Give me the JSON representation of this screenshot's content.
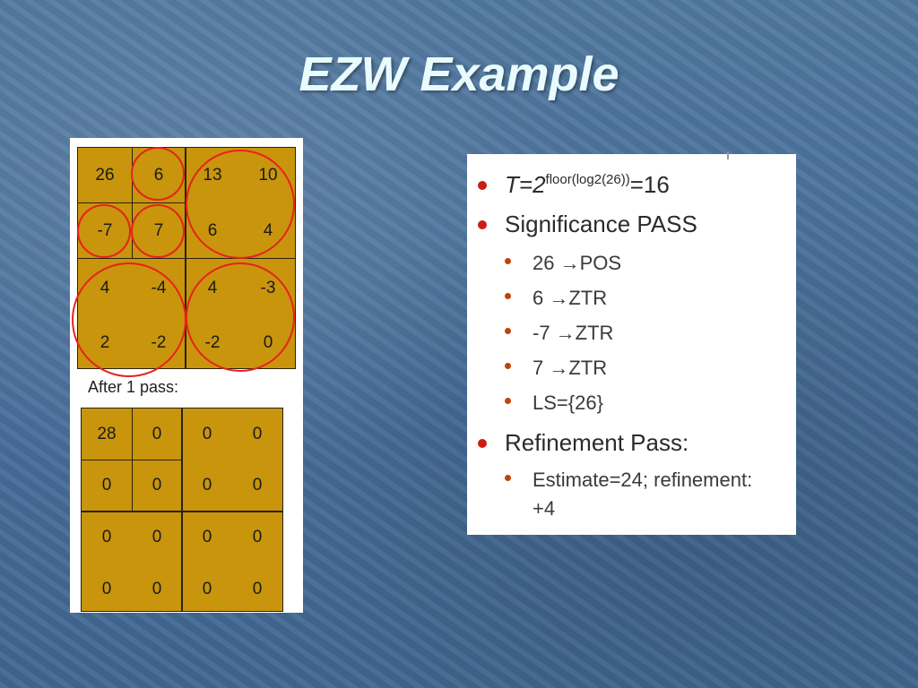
{
  "slide": {
    "title": "EZW Example"
  },
  "coefficients_before": [
    [
      "26",
      "6",
      "13",
      "10"
    ],
    [
      "-7",
      "7",
      "6",
      "4"
    ],
    [
      "4",
      "-4",
      "4",
      "-3"
    ],
    [
      "2",
      "-2",
      "-2",
      "0"
    ]
  ],
  "after_label": "After 1 pass:",
  "coefficients_after": [
    [
      "28",
      "0",
      "0",
      "0"
    ],
    [
      "0",
      "0",
      "0",
      "0"
    ],
    [
      "0",
      "0",
      "0",
      "0"
    ],
    [
      "0",
      "0",
      "0",
      "0"
    ]
  ],
  "circle_color": "#e8221a",
  "cell_color": "#c8950c",
  "bullet_color": "#cc1d12",
  "text": {
    "threshold_prefix": "T=2",
    "threshold_sup": "floor(log2(26))",
    "threshold_suffix": "=16",
    "significance": "Significance PASS",
    "sig_items": [
      "26 →POS",
      "6 →ZTR",
      "-7 →ZTR",
      "7 →ZTR",
      "LS={26}"
    ],
    "refinement": "Refinement Pass:",
    "ref_line1": "Estimate=24; refinement:",
    "ref_line2": "+4"
  }
}
